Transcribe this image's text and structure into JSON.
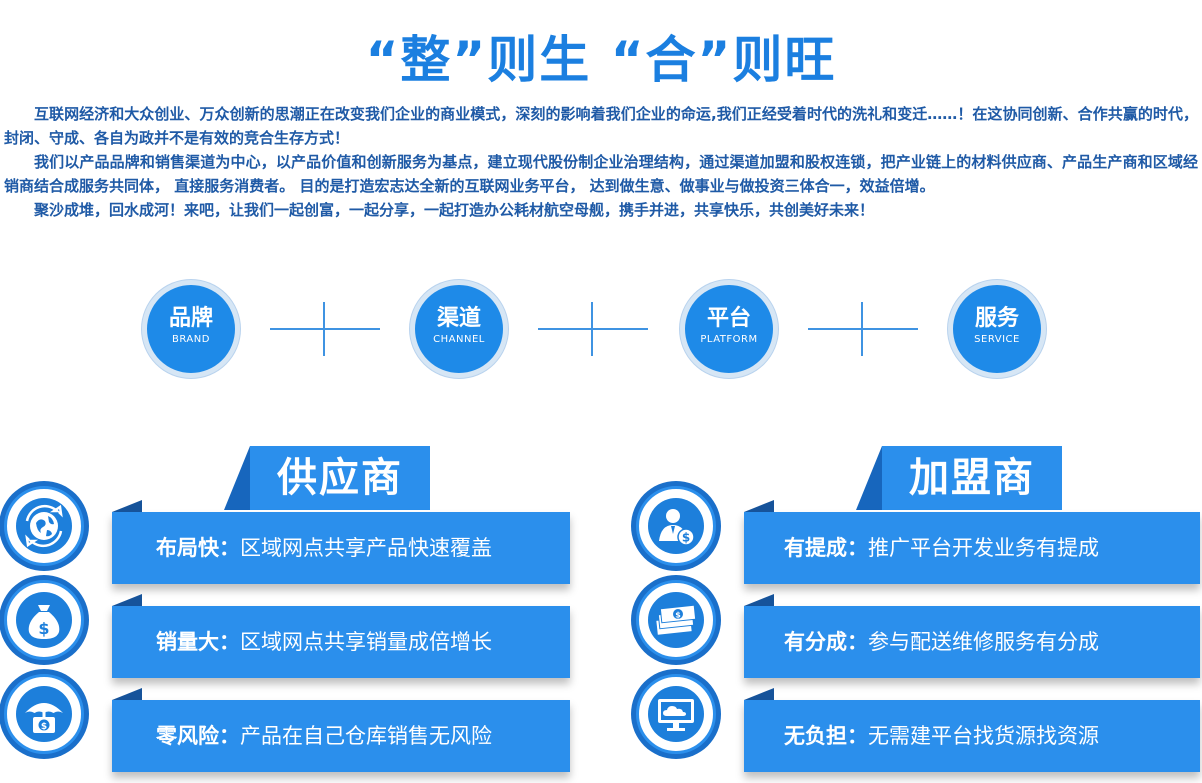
{
  "header": {
    "title": "“整”则生 “合”则旺"
  },
  "intro": {
    "paragraphs": [
      "互联网经济和大众创业、万众创新的思潮正在改变我们企业的商业模式，深刻的影响着我们企业的命运,我们正经受着时代的洗礼和变迁……！在这协同创新、合作共赢的时代，封闭、守成、各自为政并不是有效的竞合生存方式！",
      "我们以产品品牌和销售渠道为中心，以产品价值和创新服务为基点，建立现代股份制企业治理结构，通过渠道加盟和股权连锁，把产业链上的材料供应商、产品生产商和区域经销商结合成服务共同体， 直接服务消费者。 目的是打造宏志达全新的互联网业务平台， 达到做生意、做事业与做投资三体合一，效益倍增。",
      "聚沙成堆，回水成河！来吧，让我们一起创富，一起分享，一起打造办公耗材航空母舰，携手并进，共享快乐，共创美好未来！"
    ]
  },
  "pillars": [
    {
      "zh": "品牌",
      "en": "BRAND"
    },
    {
      "zh": "渠道",
      "en": "CHANNEL"
    },
    {
      "zh": "平台",
      "en": "PLATFORM"
    },
    {
      "zh": "服务",
      "en": "SERVICE"
    }
  ],
  "suppliers": {
    "title": "供应商",
    "items": [
      {
        "key": "布局快：",
        "text": "区域网点共享产品快速覆盖",
        "icon": "globe-icon"
      },
      {
        "key": "销量大：",
        "text": "区域网点共享销量成倍增长",
        "icon": "money-bag-icon"
      },
      {
        "key": "零风险：",
        "text": "产品在自己仓库销售无风险",
        "icon": "umbrella-icon"
      }
    ]
  },
  "franchisees": {
    "title": "加盟商",
    "items": [
      {
        "key": "有提成：",
        "text": "推广平台开发业务有提成",
        "icon": "person-dollar-icon"
      },
      {
        "key": "有分成：",
        "text": "参与配送维修服务有分成",
        "icon": "cash-stack-icon"
      },
      {
        "key": "无负担：",
        "text": "无需建平台找货源找资源",
        "icon": "cloud-monitor-icon"
      }
    ]
  },
  "colors": {
    "accent": "#2b8fec",
    "accent_dark": "#1766bd",
    "title": "#1b7fe0",
    "text": "#1f5aa6"
  }
}
